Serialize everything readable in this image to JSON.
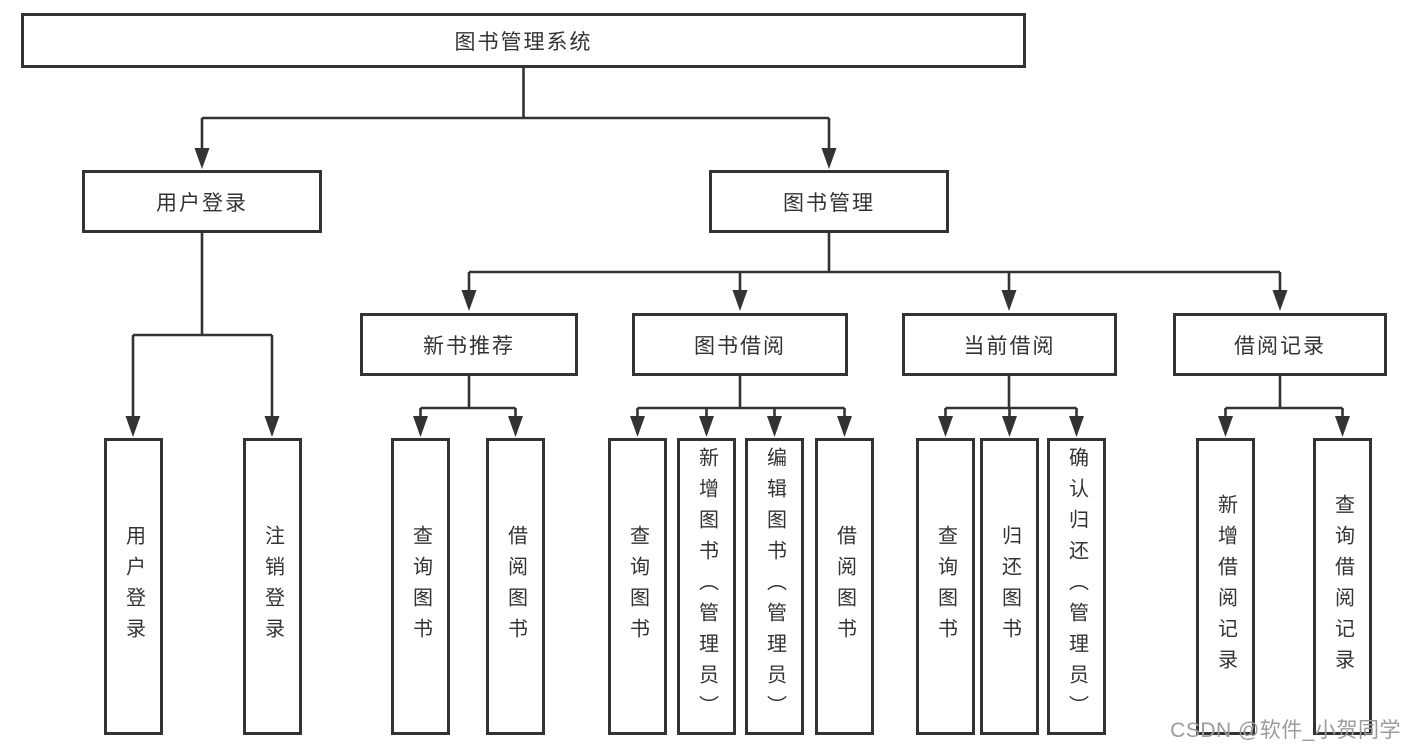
{
  "colors": {
    "line": "#333333",
    "box_border": "#333333",
    "text": "#333333",
    "watermark": "#9b9b9b",
    "background": "#ffffff"
  },
  "watermark": {
    "text": "CSDN @软件_小贺同学"
  },
  "tree": {
    "root": {
      "label": "图书管理系统"
    },
    "children": [
      {
        "label": "用户登录",
        "children": [
          {
            "label": "用户登录"
          },
          {
            "label": "注销登录"
          }
        ]
      },
      {
        "label": "图书管理",
        "children": [
          {
            "label": "新书推荐",
            "children": [
              {
                "label": "查询图书"
              },
              {
                "label": "借阅图书"
              }
            ]
          },
          {
            "label": "图书借阅",
            "children": [
              {
                "label": "查询图书"
              },
              {
                "label": "新增图书（管理员）"
              },
              {
                "label": "编辑图书（管理员）"
              },
              {
                "label": "借阅图书"
              }
            ]
          },
          {
            "label": "当前借阅",
            "children": [
              {
                "label": "查询图书"
              },
              {
                "label": "归还图书"
              },
              {
                "label": "确认归还（管理员）"
              }
            ]
          },
          {
            "label": "借阅记录",
            "children": [
              {
                "label": "新增借阅记录"
              },
              {
                "label": "查询借阅记录"
              }
            ]
          }
        ]
      }
    ]
  }
}
